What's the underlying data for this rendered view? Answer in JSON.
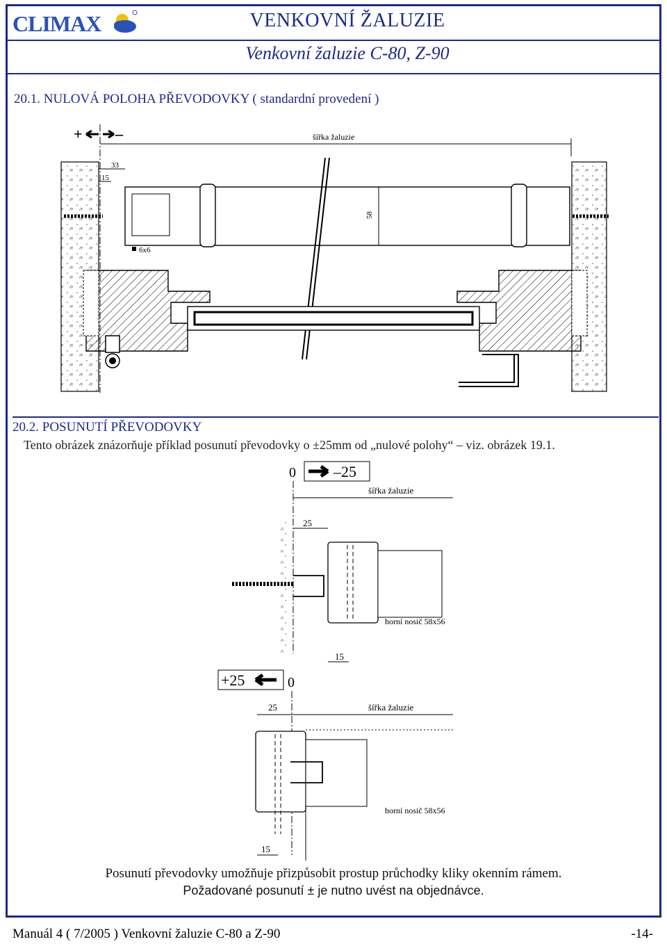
{
  "header": {
    "logo_text": "CLIMAX",
    "title": "VENKOVNÍ ŽALUZIE",
    "subtitle": "Venkovní žaluzie  C-80, Z-90"
  },
  "section1": {
    "heading": "20.1.  NULOVÁ POLOHA PŘEVODOVKY ( standardní provedení )",
    "drawing": {
      "sign_plus": "+",
      "sign_minus": "–",
      "width_label": "šířka žaluzie",
      "dim_33": "33",
      "dim_15": "15",
      "dim_58": "58",
      "dim_6x6": "6x6"
    }
  },
  "section2": {
    "heading": "20.2.  POSUNUTÍ PŘEVODOVKY",
    "description": "Tento obrázek znázorňuje příklad posunutí převodovky o ±25mm od „nulové polohy“ – viz. obrázek 19.1.",
    "drawing_top": {
      "zero": "0",
      "shift": "–25",
      "width_label": "šířka žaluzie",
      "dim_25": "25",
      "carrier": "horní nosič 58x56",
      "dim_15": "15"
    },
    "drawing_bottom": {
      "shift": "+25",
      "zero": "0",
      "dim_25": "25",
      "width_label": "šířka žaluzie",
      "carrier": "horní nosič 58x56",
      "dim_15": "15"
    }
  },
  "captions": {
    "line1": "Posunutí převodovky umožňuje přizpůsobit prostup průchodky kliky okenním rámem.",
    "line2": "Požadované posunutí  ±  je nutno uvést na objednávce."
  },
  "footer": {
    "left": "Manuál 4 ( 7/2005 ) Venkovní žaluzie C-80 a Z-90",
    "right": "-14-"
  },
  "colors": {
    "accent": "#1b2a8a",
    "logo_blue": "#2b52b8",
    "logo_yellow": "#f2c200"
  }
}
